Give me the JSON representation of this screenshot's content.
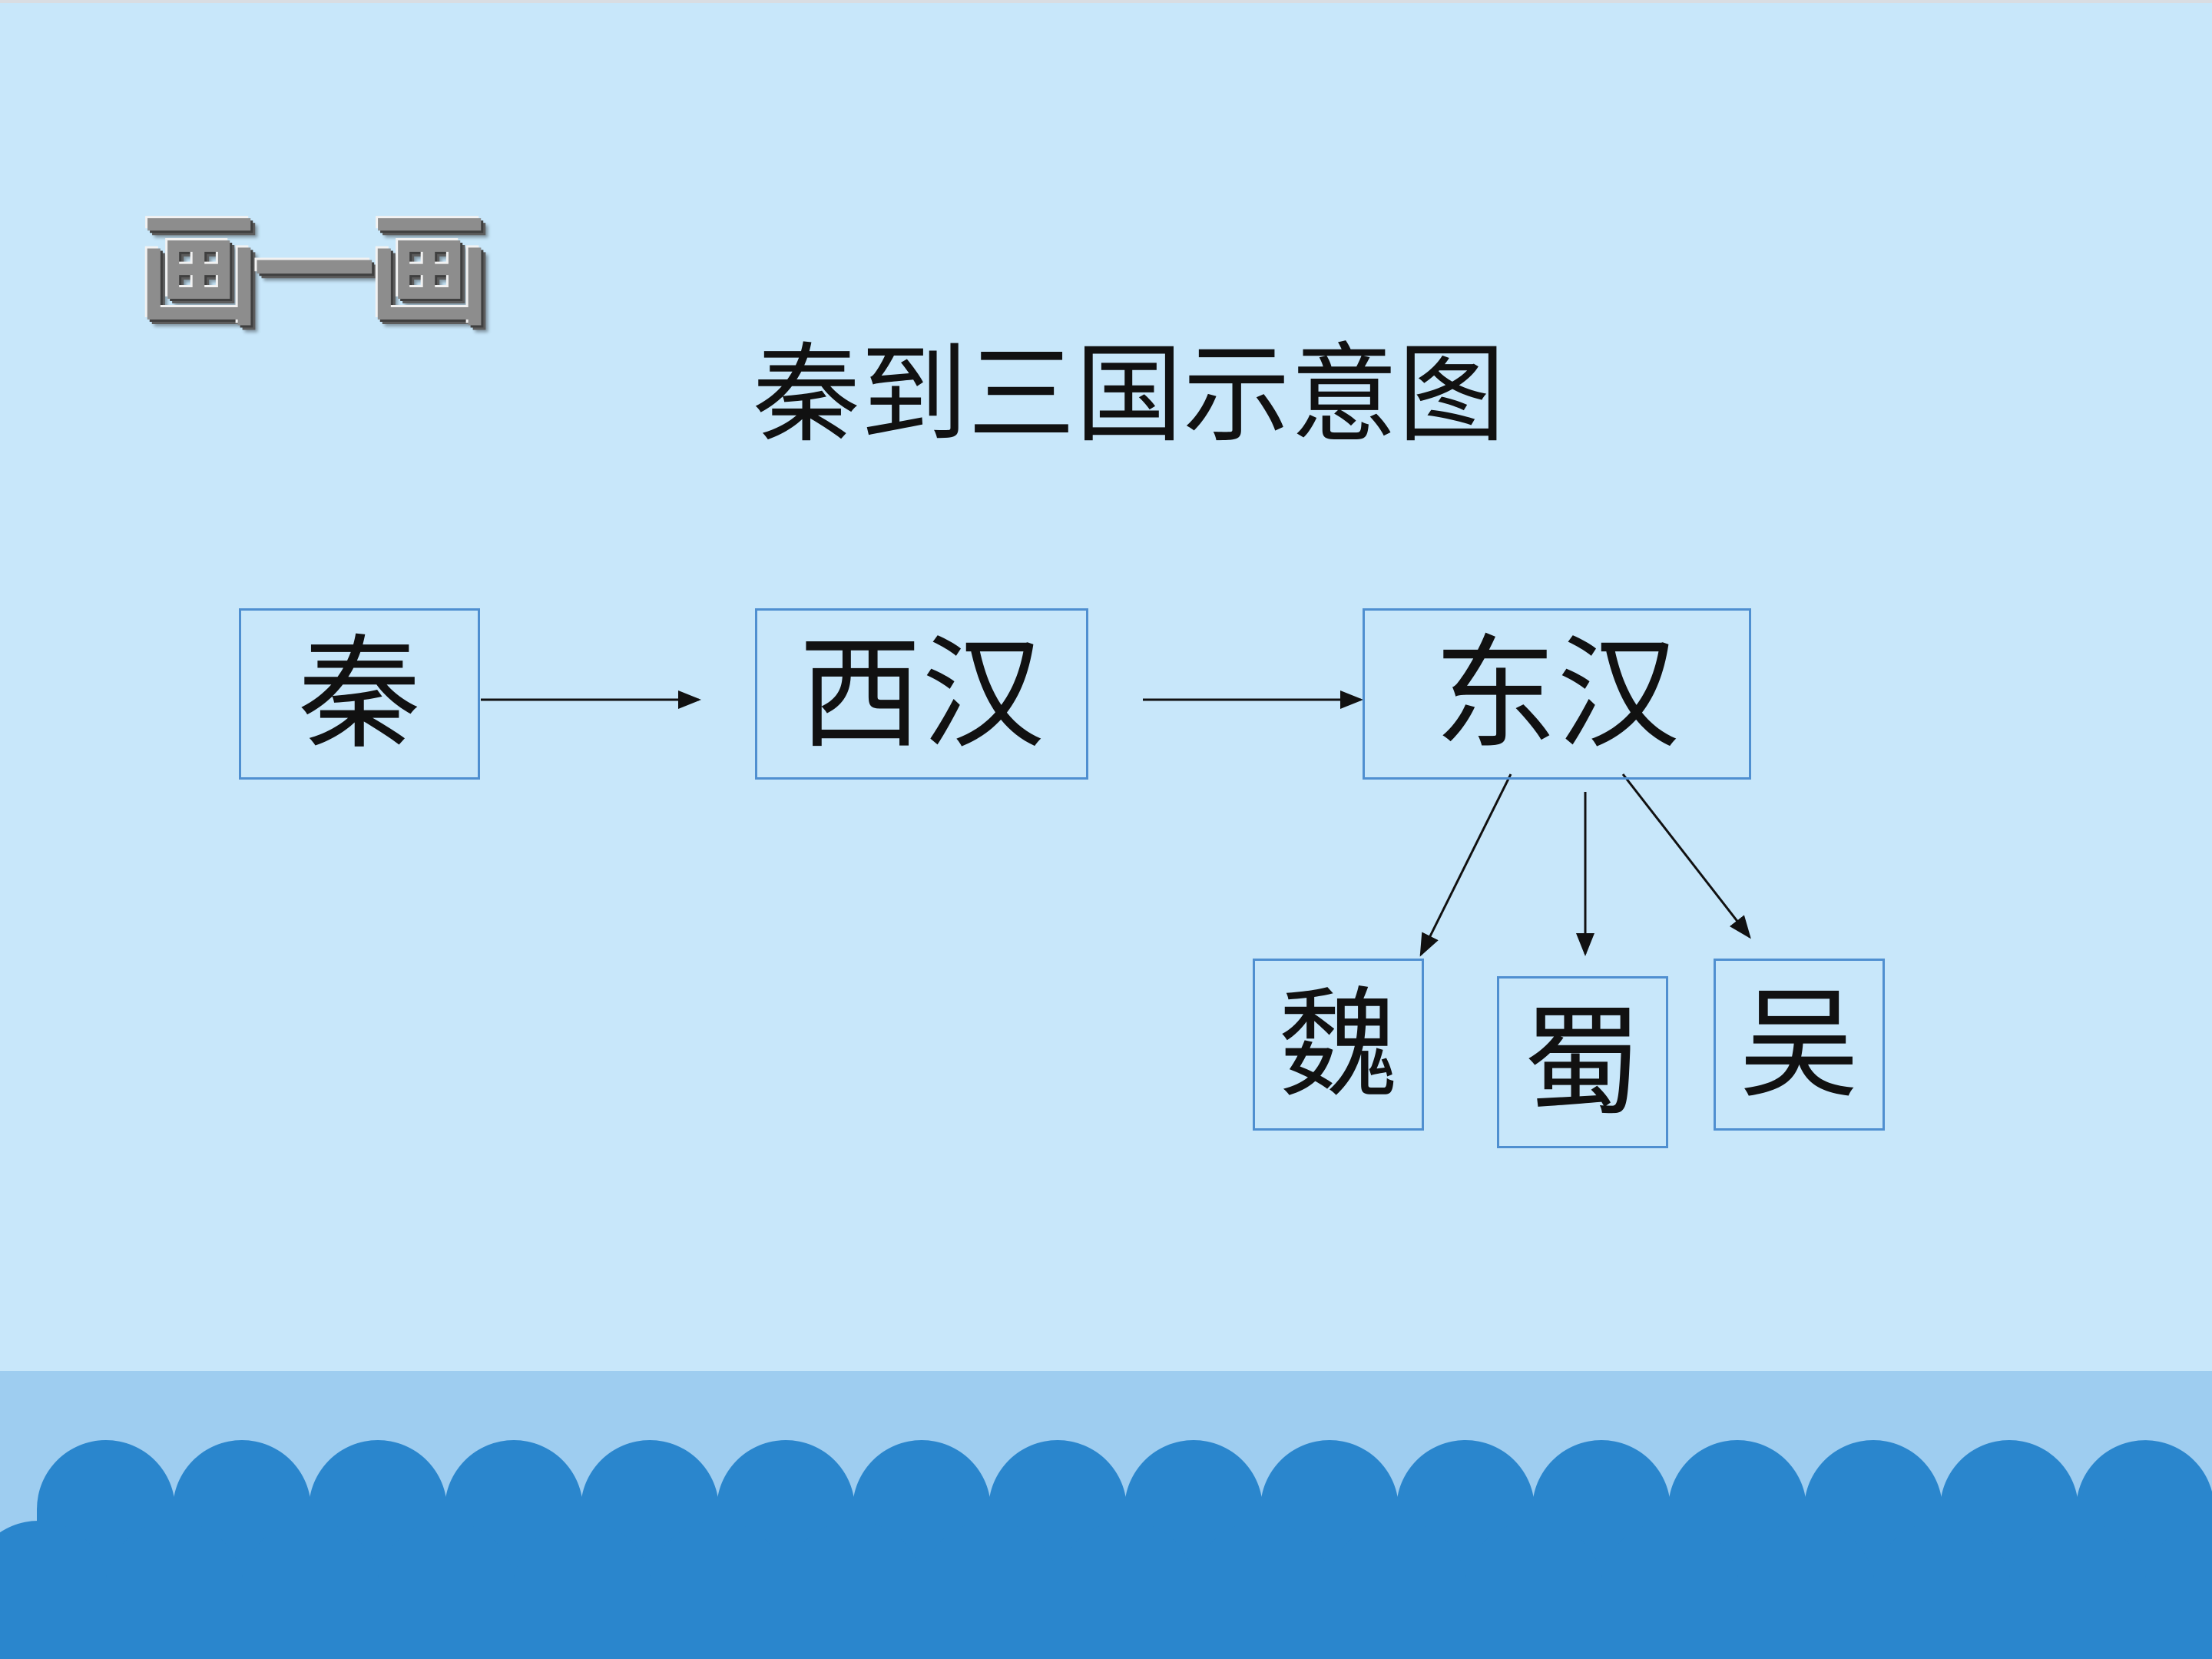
{
  "badge": {
    "text": "画一画"
  },
  "title": "秦到三国示意图",
  "nodes": {
    "qin": "秦",
    "western_han": "西汉",
    "eastern_han": "东汉",
    "wei": "魏",
    "shu": "蜀",
    "wu": "吴"
  },
  "colors": {
    "background": "#c8e7fa",
    "box_border": "#4f8fd0",
    "band": "#9ecdf0",
    "wave": "#2a86cd"
  }
}
